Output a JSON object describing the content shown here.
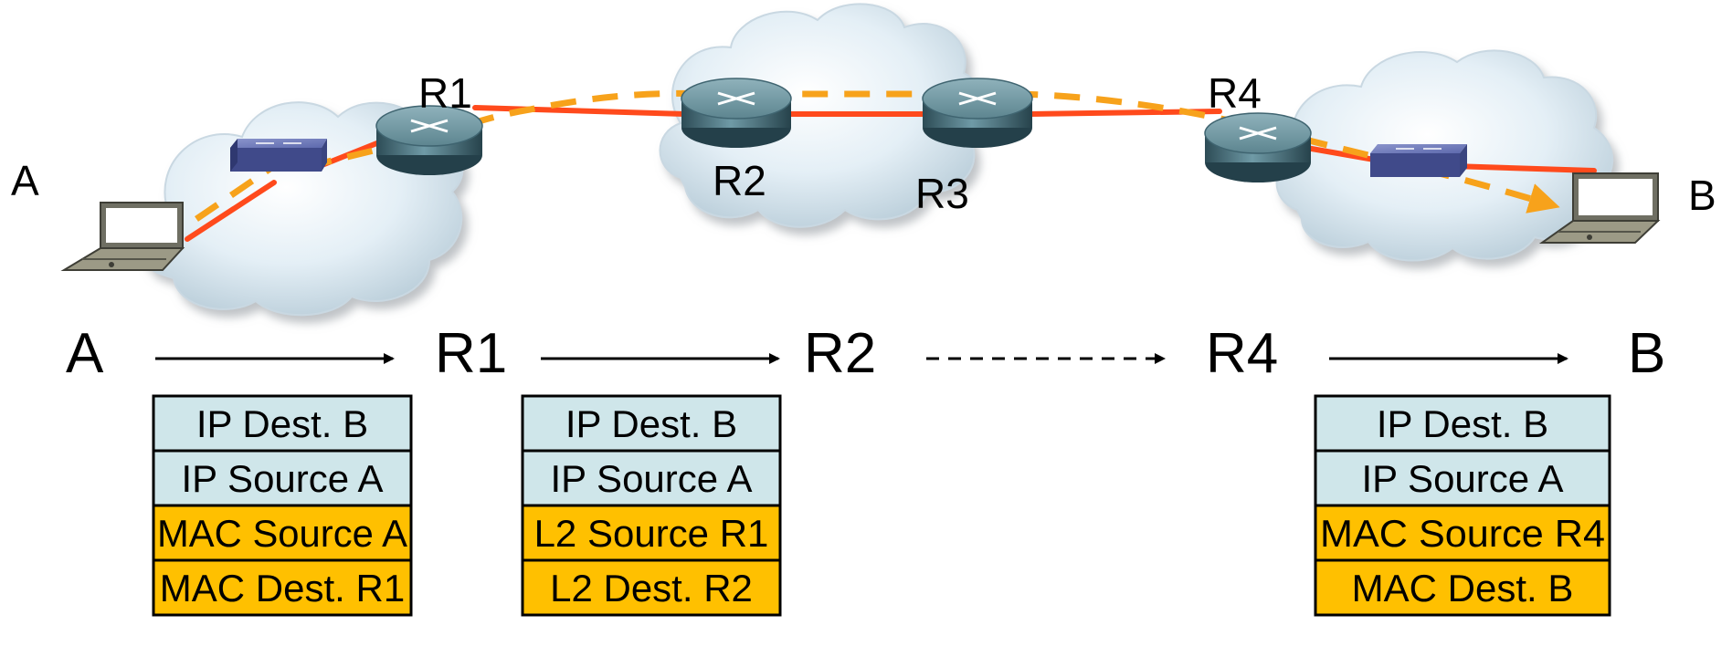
{
  "topology": {
    "host_a": "A",
    "host_b": "B",
    "router_r1": "R1",
    "router_r2": "R2",
    "router_r3": "R3",
    "router_r4": "R4"
  },
  "flow": {
    "a": "A",
    "r1": "R1",
    "r2": "R2",
    "r4": "R4",
    "b": "B"
  },
  "frames": {
    "frame1": {
      "ip_dest": "IP Dest. B",
      "ip_source": "IP Source A",
      "l2_source": "MAC Source A",
      "l2_dest": "MAC Dest. R1"
    },
    "frame2": {
      "ip_dest": "IP Dest. B",
      "ip_source": "IP Source A",
      "l2_source": "L2 Source R1",
      "l2_dest": "L2 Dest. R2"
    },
    "frame3": {
      "ip_dest": "IP Dest. B",
      "ip_source": "IP Source A",
      "l2_source": "MAC Source R4",
      "l2_dest": "MAC Dest. B"
    }
  },
  "colors": {
    "ip_header": "#cfe6ea",
    "l2_header": "#ffc000",
    "link": "#ff4a1c",
    "path": "#f7a21b",
    "cloud": "#dbeaf3",
    "router": "#3f6470",
    "switch": "#5a66a8"
  }
}
